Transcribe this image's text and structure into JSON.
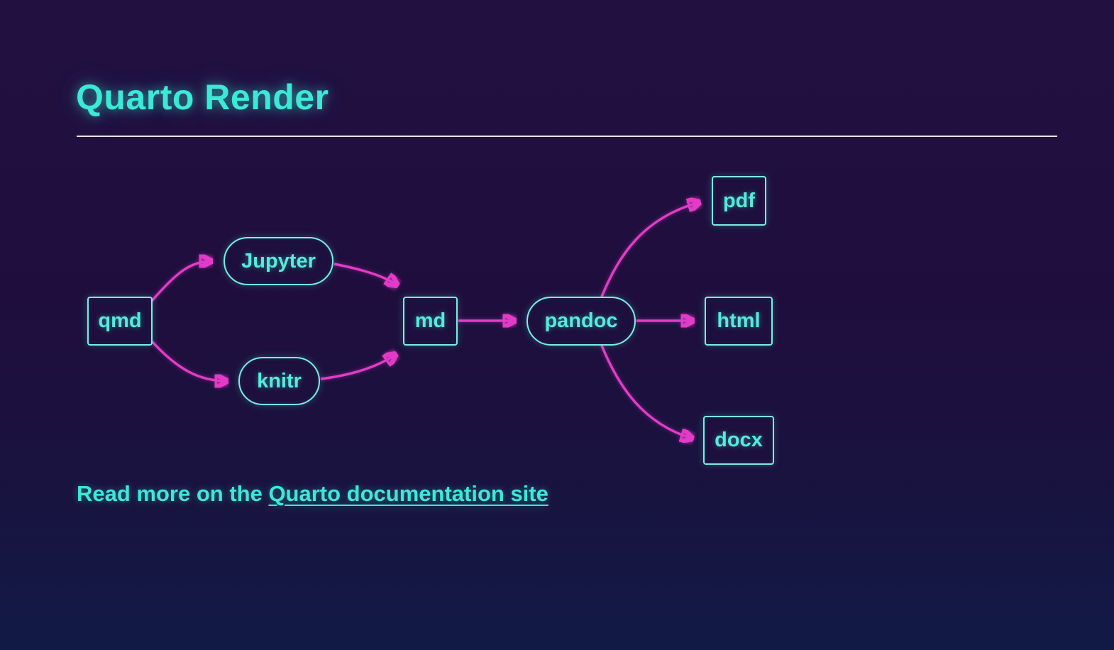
{
  "page": {
    "title": "Quarto Render"
  },
  "diagram": {
    "nodes": [
      {
        "id": "qmd",
        "label": "qmd",
        "shape": "rect"
      },
      {
        "id": "jupyter",
        "label": "Jupyter",
        "shape": "pill"
      },
      {
        "id": "knitr",
        "label": "knitr",
        "shape": "pill"
      },
      {
        "id": "md",
        "label": "md",
        "shape": "rect"
      },
      {
        "id": "pandoc",
        "label": "pandoc",
        "shape": "pill"
      },
      {
        "id": "pdf",
        "label": "pdf",
        "shape": "rect"
      },
      {
        "id": "html",
        "label": "html",
        "shape": "rect"
      },
      {
        "id": "docx",
        "label": "docx",
        "shape": "rect"
      }
    ],
    "edges": [
      {
        "from": "qmd",
        "to": "jupyter"
      },
      {
        "from": "qmd",
        "to": "knitr"
      },
      {
        "from": "jupyter",
        "to": "md"
      },
      {
        "from": "knitr",
        "to": "md"
      },
      {
        "from": "md",
        "to": "pandoc"
      },
      {
        "from": "pandoc",
        "to": "pdf"
      },
      {
        "from": "pandoc",
        "to": "html"
      },
      {
        "from": "pandoc",
        "to": "docx"
      }
    ]
  },
  "footer": {
    "prefix": "Read more on the ",
    "link_text": "Quarto documentation site"
  },
  "colors": {
    "accent_cyan": "#3ce8d6",
    "arrow_magenta": "#e23bc8",
    "node_fill": "#1d0f3e",
    "node_border": "#7ceee2",
    "background_top": "#221041",
    "background_bottom": "#111a45",
    "divider": "#f8f8fc"
  }
}
